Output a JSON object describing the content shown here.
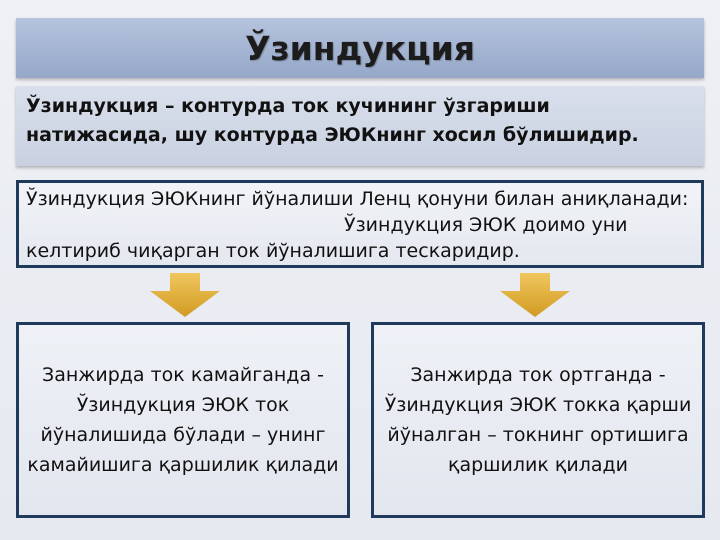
{
  "title": "Ўзиндукция",
  "definition": {
    "text": "Ўзиндукция – контурда ток кучининг ўзгариши натижасида, шу контурда ЭЮКнинг хосил бўлишидир."
  },
  "lenz": {
    "line1": "Ўзиндукция ЭЮКнинг йўналиши Ленц қонуни билан аниқланади:",
    "line2": "Ўзиндукция ЭЮК доимо уни",
    "line3": "келтириб чиқарган ток йўналишига тескаридир."
  },
  "cases": {
    "decreasing": "Занжирда ток камайганда - Ўзиндукция ЭЮК ток йўналишида бўлади – унинг камайишига қаршилик қилади",
    "increasing": "Занжирда ток ортганда - Ўзиндукция ЭЮК токка қарши йўналган – токнинг ортишига қаршилик қилади"
  },
  "colors": {
    "title_bar": "#a6b6d3",
    "box_border": "#1f3a5a",
    "arrow": "#e3b23c"
  },
  "icons": {
    "arrow_left": "arrow-down-icon",
    "arrow_right": "arrow-down-icon"
  }
}
